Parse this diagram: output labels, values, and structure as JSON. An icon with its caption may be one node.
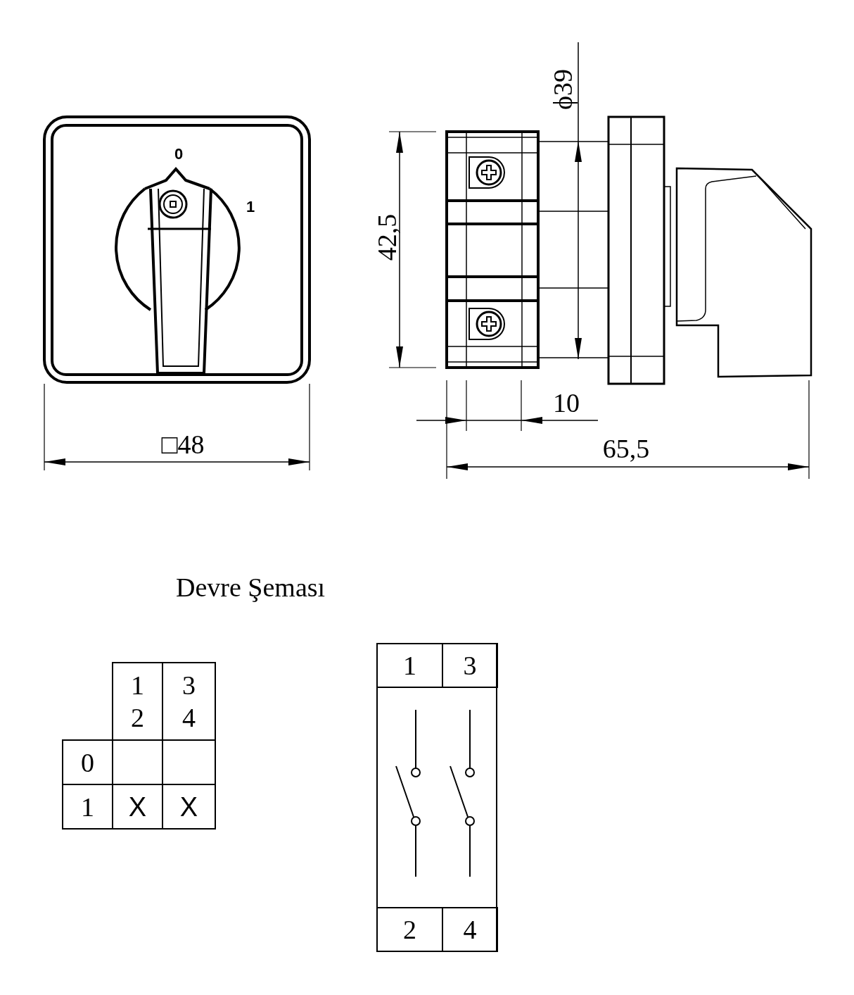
{
  "diagram": {
    "title": "Devre Şeması",
    "labels": [
      "0",
      "1",
      "ϕ39",
      "42,5",
      "10",
      "□48",
      "65,5",
      "1 2",
      "3 4",
      "0",
      "1",
      "X",
      "X",
      "1",
      "3",
      "2",
      "4"
    ]
  }
}
